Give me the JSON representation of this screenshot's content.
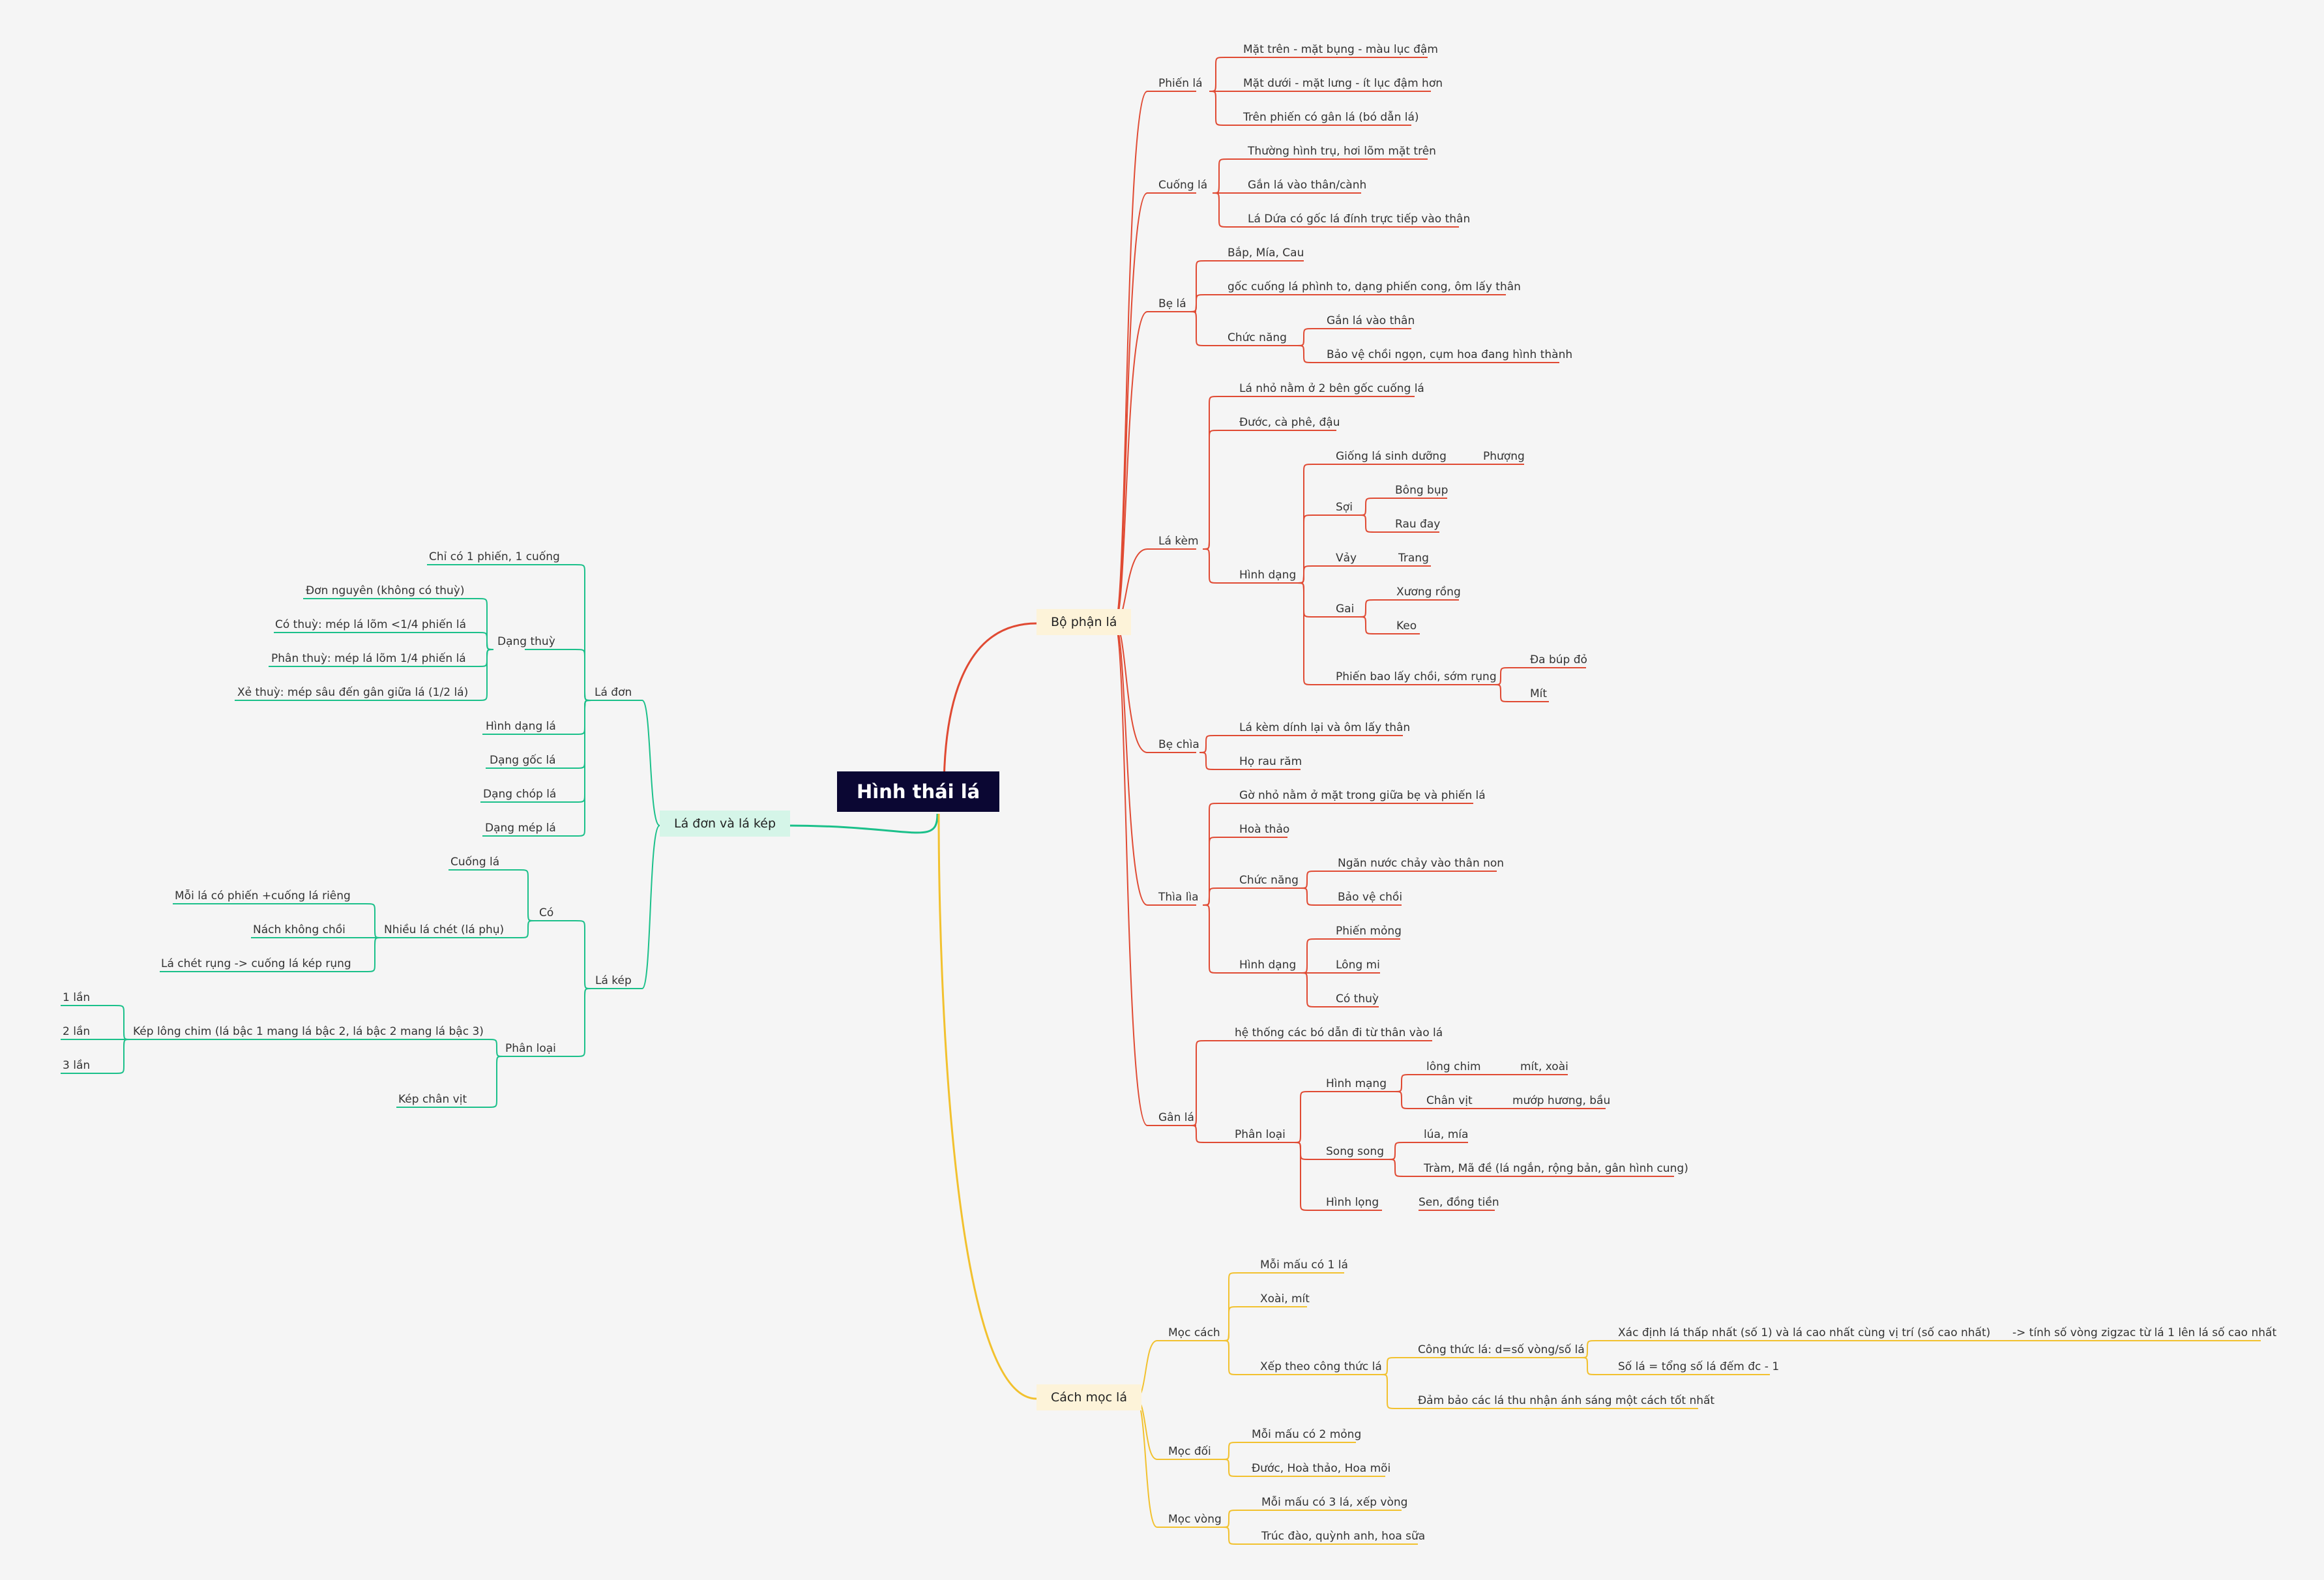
{
  "colors": {
    "background": "#f5f5f5",
    "root_bg": "#0b0733",
    "root_text": "#ffffff",
    "red": "#e04a33",
    "green": "#1bc08a",
    "yellow": "#f2c12e",
    "red_fill": "#fdf3d9",
    "green_fill": "#d5f5e8",
    "yellow_fill": "#fdf3d9"
  },
  "root": {
    "label": "Hình thái lá"
  },
  "branches": {
    "parts": {
      "label": "Bộ phận lá"
    },
    "types": {
      "label": "Lá đơn và lá kép"
    },
    "arrangement": {
      "label": "Cách mọc lá"
    }
  },
  "nodes": {
    "n_phienla": "Phiến lá",
    "n_pl1": "Mặt trên - mặt bụng - màu lục đậm",
    "n_pl2": "Mặt dưới - mặt lưng - ít lục đậm hơn",
    "n_pl3": "Trên phiến có gân lá (bó dẫn lá)",
    "n_cuongla": "Cuống lá",
    "n_cl1": "Thường hình trụ, hơi lõm mặt trên",
    "n_cl2": "Gắn lá vào thân/cành",
    "n_cl3": "Lá Dứa có gốc lá đính trực tiếp vào thân",
    "n_bela": "Bẹ lá",
    "n_bl1": "Bắp, Mía, Cau",
    "n_bl2": "gốc cuống lá phình to, dạng phiến cong, ôm lấy thân",
    "n_bl_cn": "Chức năng",
    "n_bl_cn1": "Gắn lá vào thân",
    "n_bl_cn2": "Bảo vệ chồi ngọn, cụm hoa đang hình thành",
    "n_lakem": "Lá kèm",
    "n_lk1": "Lá nhỏ nằm ở 2 bên gốc cuống lá",
    "n_lk2": "Đước, cà phê, đậu",
    "n_lk_hd": "Hình dạng",
    "n_lk_gl": "Giống lá sinh dưỡng",
    "n_lk_gl1": "Phượng",
    "n_lk_soi": "Sợi",
    "n_lk_soi1": "Bông bụp",
    "n_lk_soi2": "Rau đay",
    "n_lk_vay": "Vảy",
    "n_lk_vay1": "Trang",
    "n_lk_gai": "Gai",
    "n_lk_gai1": "Xương rồng",
    "n_lk_gai2": "Keo",
    "n_lk_pb": "Phiến bao lấy chồi, sớm rụng",
    "n_lk_pb1": "Đa búp đỏ",
    "n_lk_pb2": "Mít",
    "n_bechia": "Bẹ chìa",
    "n_bc1": "Lá kèm dính lại và ôm lấy thân",
    "n_bc2": "Họ rau răm",
    "n_thiadia": "Thìa lìa",
    "n_tl1": "Gờ nhỏ nằm ở mặt trong giữa bẹ và phiến lá",
    "n_tl2": "Hoà thảo",
    "n_tl_cn": "Chức năng",
    "n_tl_cn1": "Ngăn nước chảy vào thân non",
    "n_tl_cn2": "Bảo vệ chồi",
    "n_tl_hd": "Hình dạng",
    "n_tl_hd1": "Phiến mỏng",
    "n_tl_hd2": "Lông mi",
    "n_tl_hd3": "Có thuỳ",
    "n_ganla": "Gân lá",
    "n_gl1": "hệ thống các bó dẫn đi từ thân vào lá",
    "n_gl_pl": "Phân loại",
    "n_gl_hm": "Hình mạng",
    "n_gl_lc": "lông chim",
    "n_gl_lc1": "mít, xoài",
    "n_gl_cv": "Chân vịt",
    "n_gl_cv1": "mướp hương, bầu",
    "n_gl_ss": "Song song",
    "n_gl_ss1": "lúa, mía",
    "n_gl_ss2": "Tràm, Mã đề (lá ngắn, rộng bản, gân hình cung)",
    "n_gl_hl": "Hình lọng",
    "n_gl_hl1": "Sen, đồng tiền",
    "n_mc": "Mọc cách",
    "n_mc1": "Mỗi mấu có 1 lá",
    "n_mc2": "Xoài, mít",
    "n_mc_x": "Xếp theo công thức lá",
    "n_mc_ct": "Công thức lá: d=số vòng/số lá",
    "n_mc_ct1": "Xác định lá thấp nhất (số 1) và lá cao nhất cùng vị trí (số cao nhất)",
    "n_mc_ct1a": "-> tính số vòng zigzac từ lá 1 lên lá số cao nhất",
    "n_mc_ct2": "Số lá = tổng số lá đếm đc - 1",
    "n_mc_db": "Đảm bảo các lá thu nhận ánh sáng một cách tốt nhất",
    "n_md": "Mọc đối",
    "n_md1": "Mỗi mấu có 2 mỏng",
    "n_md2": "Đước, Hoà thảo, Hoa mõi",
    "n_mv": "Mọc vòng",
    "n_mv1": "Mỗi mấu có 3 lá, xếp vòng",
    "n_mv2": "Trúc đào, quỳnh anh, hoa sữa",
    "n_ladon": "Lá đơn",
    "n_ld1": "Chỉ có 1 phiến, 1 cuống",
    "n_ld_dt": "Dạng thuỳ",
    "n_ld_dt1": "Đơn nguyên (không có thuỳ)",
    "n_ld_dt2": "Có thuỳ: mép lá lõm <1/4 phiến lá",
    "n_ld_dt3": "Phân thuỳ: mép lá lõm 1/4 phiến lá",
    "n_ld_dt4": "Xẻ thuỳ: mép sâu đến gân giữa lá (1/2 lá)",
    "n_ld2": "Hình dạng lá",
    "n_ld3": "Dạng gốc lá",
    "n_ld4": "Dạng chóp lá",
    "n_ld5": "Dạng mép lá",
    "n_lakep": "Lá kép",
    "n_lkp_co": "Có",
    "n_lkp_co1": "Cuống lá",
    "n_lkp_nl": "Nhiều lá chét (lá phụ)",
    "n_lkp_nl1": "Mỗi lá có phiến +cuống lá riêng",
    "n_lkp_nl2": "Nách không chồi",
    "n_lkp_nl3": "Lá chét rụng -> cuống lá kép rụng",
    "n_lkp_pl": "Phân loại",
    "n_lkp_klc": "Kép lông chim (lá bậc 1 mang lá bậc 2, lá bậc 2 mang lá bậc 3)",
    "n_lkp_l1": "1 lần",
    "n_lkp_l2": "2 lần",
    "n_lkp_l3": "3 lần",
    "n_lkp_kcv": "Kép chân vịt"
  }
}
